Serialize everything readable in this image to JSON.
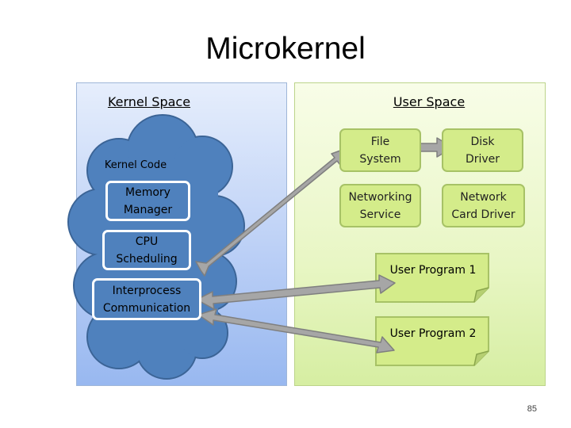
{
  "title": "Microkernel",
  "kernel_space": {
    "label": "Kernel Space",
    "kernel_code_label": "Kernel Code",
    "components": [
      {
        "label": "Memory\nManager"
      },
      {
        "label": "CPU\nScheduling"
      },
      {
        "label": "Interprocess\nCommunication"
      }
    ]
  },
  "user_space": {
    "label": "User Space",
    "services": [
      {
        "label": "File\nSystem"
      },
      {
        "label": "Disk\nDriver"
      },
      {
        "label": "Networking\nService"
      },
      {
        "label": "Network\nCard Driver"
      }
    ],
    "programs": [
      {
        "label": "User Program 1"
      },
      {
        "label": "User Program 2"
      }
    ]
  },
  "page_number": "85",
  "colors": {
    "kernel_panel": "#bcd0f6",
    "cloud_fill": "#4f81bd",
    "cloud_stroke": "#3b6496",
    "user_panel": "#e8f6c4",
    "service_box": "#d4ec8a",
    "arrow_fill": "#a6a6a6"
  }
}
